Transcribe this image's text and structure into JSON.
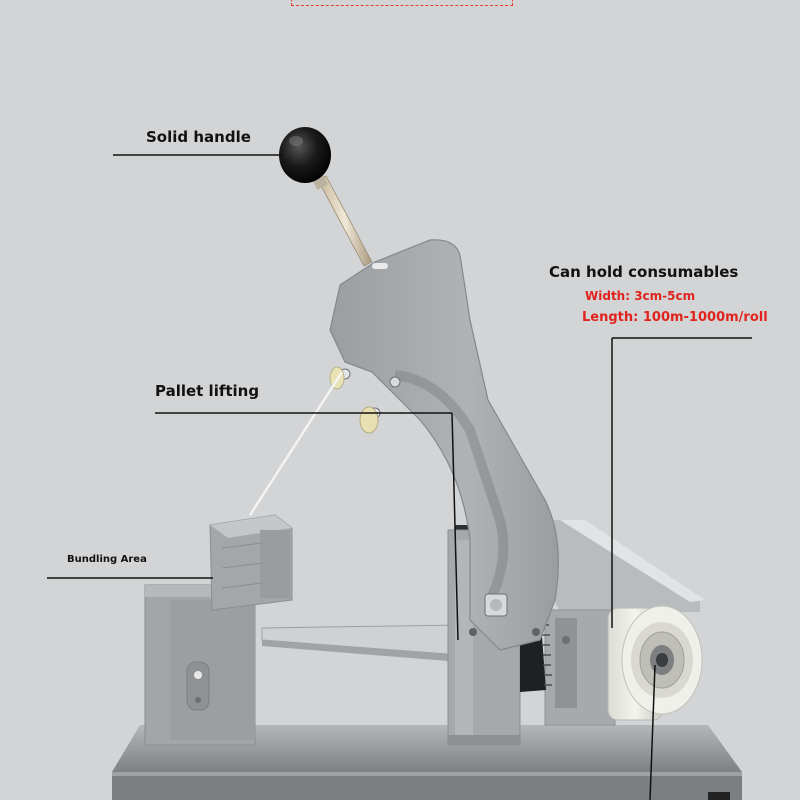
{
  "labels": {
    "handle": "Solid handle",
    "consumables": "Can hold consumables",
    "width": "Width: 3cm-5cm",
    "length": "Length: 100m-1000m/roll",
    "pallet": "Pallet lifting",
    "bundling": "Bundling Area"
  },
  "colors": {
    "background": "#d3d4d6",
    "accent": "#e0231d",
    "steel": "#a4a7aa"
  }
}
